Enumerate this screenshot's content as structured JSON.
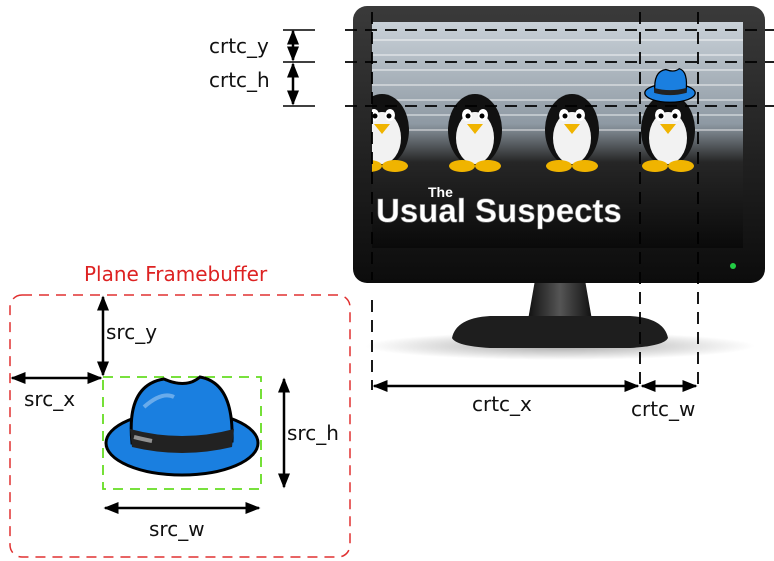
{
  "colors": {
    "framebuffer_border": "#e03030",
    "selection_border": "#66dd22",
    "hat_blue": "#1a7fe0",
    "hat_band": "#222222",
    "bezel": "#1b1b1b",
    "screen_bg": "#9aa4ad",
    "led": "#22cc44"
  },
  "framebuffer": {
    "title": "Plane Framebuffer",
    "labels": {
      "src_x": "src_x",
      "src_y": "src_y",
      "src_w": "src_w",
      "src_h": "src_h"
    },
    "icon": "fedora-hat-icon"
  },
  "monitor": {
    "labels": {
      "crtc_x": "crtc_x",
      "crtc_y": "crtc_y",
      "crtc_w": "crtc_w",
      "crtc_h": "crtc_h"
    },
    "screen": {
      "title_small": "The",
      "title_large": "Usual Suspects",
      "penguin_count": 4,
      "icons": [
        "penguin-icon",
        "fedora-hat-icon",
        "power-led-icon"
      ]
    }
  }
}
